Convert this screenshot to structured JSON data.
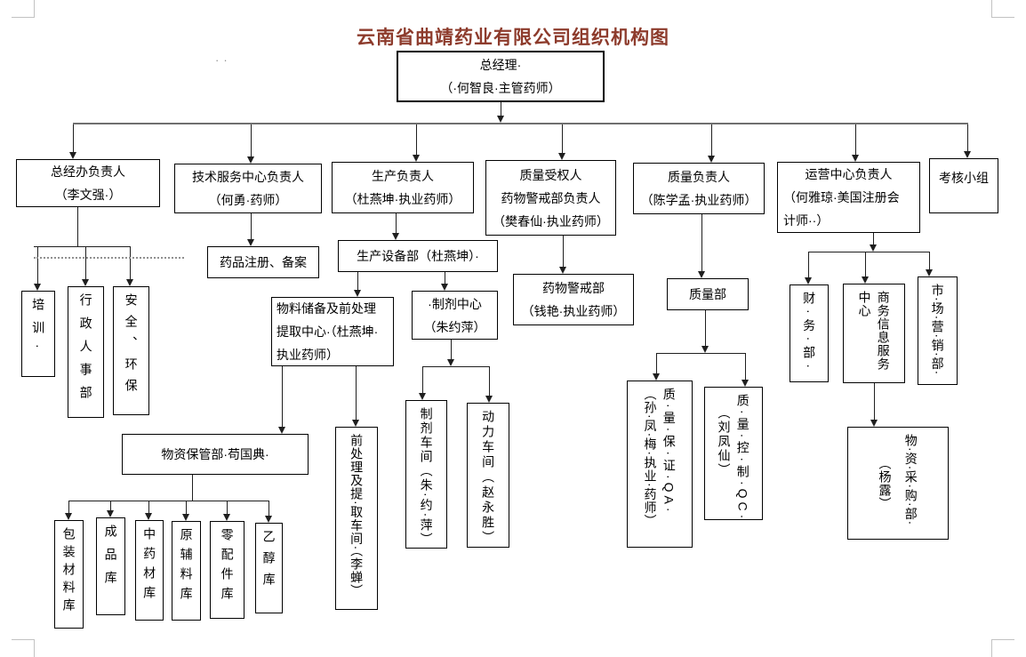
{
  "title": "云南省曲靖药业有限公司组织机构图",
  "marks": {
    "dots": "··"
  },
  "colors": {
    "title": "#8d3b2c",
    "line": "#1f1f1f",
    "topline": "#6e6e6e",
    "dotted": "#909090",
    "crop": "#c2c2c2",
    "marks": "#8f8f8f"
  },
  "org": {
    "gm": {
      "l1": "总经理·",
      "l2": "（·何智良·主管药师）"
    },
    "zjb": {
      "l1": "总经办负责人",
      "l2": "（李文强·）"
    },
    "jsfw": {
      "l1": "技术服务中心负责人",
      "l2": "（何勇·药师）"
    },
    "sc": {
      "l1": "生产负责人",
      "l2": "（杜燕坤·执业药师）"
    },
    "zlsq": {
      "l1": "质量受权人",
      "l2": "药物警戒部负责人",
      "l3": "（樊春仙·执业药师）"
    },
    "zlfz": {
      "l1": "质量负责人",
      "l2": "（陈学孟·执业药师）"
    },
    "yyzx": {
      "l1": "运营中心负责人",
      "l2": "（何雅琼·美国注册会",
      "l3": "计师··）"
    },
    "khxz": {
      "l1": "考核小组"
    },
    "ypzc": {
      "l1": "药品注册、备案"
    },
    "scsb": {
      "l1": "生产设备部（杜燕坤）·"
    },
    "wlcb": {
      "l1": "物料储备及前处理",
      "l2": "提取中心·（杜燕坤·",
      "l3": "执业药师）"
    },
    "zjzx": {
      "l1": "·制剂中心",
      "l2": "（朱约萍）"
    },
    "ywjj": {
      "l1": "药物警戒部",
      "l2": "（钱艳·执业药师）"
    },
    "zlb": {
      "l1": "质量部"
    },
    "px": {
      "v1": "培训·"
    },
    "xzrs": {
      "v1": "行政人事部"
    },
    "aqhb": {
      "v1": "安全、环保"
    },
    "cwb": {
      "v1": "财·务·部·"
    },
    "swxx": {
      "v1": "商务信息服务",
      "v2": "中心"
    },
    "scyx": {
      "v1": "市·场·营·销·部·"
    },
    "wzbg": {
      "l1": "物资保管部·苟国典·"
    },
    "qcl": {
      "v1": "前处理及提·取车间·（李蝉）"
    },
    "zjcj": {
      "v1": "制剂车间（朱·约·萍）"
    },
    "dlcj": {
      "v1": "动力车间（赵永胜）"
    },
    "qa": {
      "v1": "质·量·保·证·QA·",
      "v2": "（孙·凤·梅·执业·药师）"
    },
    "qc": {
      "v1": "质·量·控·制·QC·",
      "v2": "（刘凤仙）"
    },
    "wzcg": {
      "v1": "物·资·采·购·部·",
      "v2": "（杨露）"
    },
    "wh1": {
      "v1": "包装材料库"
    },
    "wh2": {
      "v1": "成品库"
    },
    "wh3": {
      "v1": "中药材库"
    },
    "wh4": {
      "v1": "原辅料库"
    },
    "wh5": {
      "v1": "零配件库"
    },
    "wh6": {
      "v1": "乙醇库"
    }
  }
}
